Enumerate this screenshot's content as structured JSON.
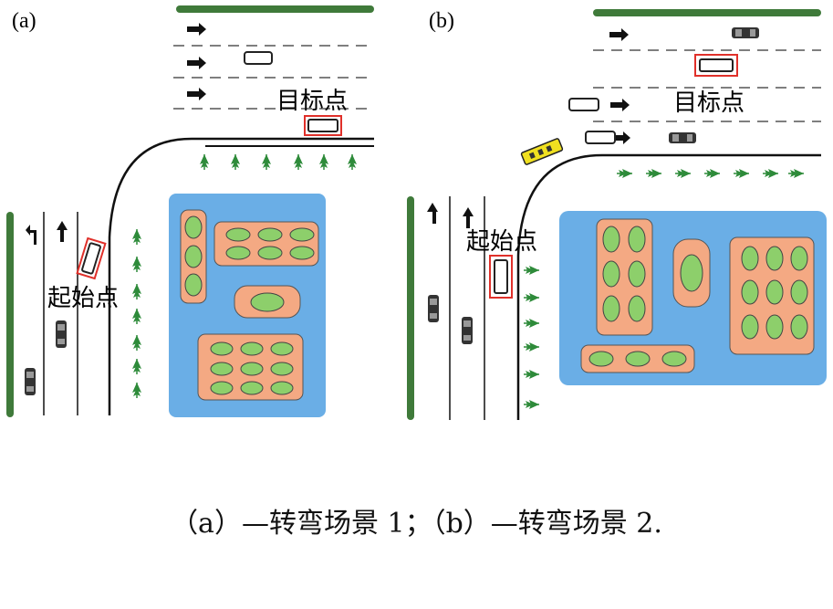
{
  "panels": {
    "a": {
      "label": "(a)",
      "start_label": "起始点",
      "goal_label": "目标点"
    },
    "b": {
      "label": "(b)",
      "start_label": "起始点",
      "goal_label": "目标点"
    }
  },
  "caption": "（a）—转弯场景 1；（b）—转弯场景 2.",
  "colors": {
    "parking_lot": "#6aaee6",
    "parking_block": "#f4a983",
    "parking_space": "#8dcf6b",
    "tree": "#2e8b3a",
    "hedge": "#3f7a3a",
    "highlight": "#e0302a",
    "school_bus": "#f0e020"
  }
}
